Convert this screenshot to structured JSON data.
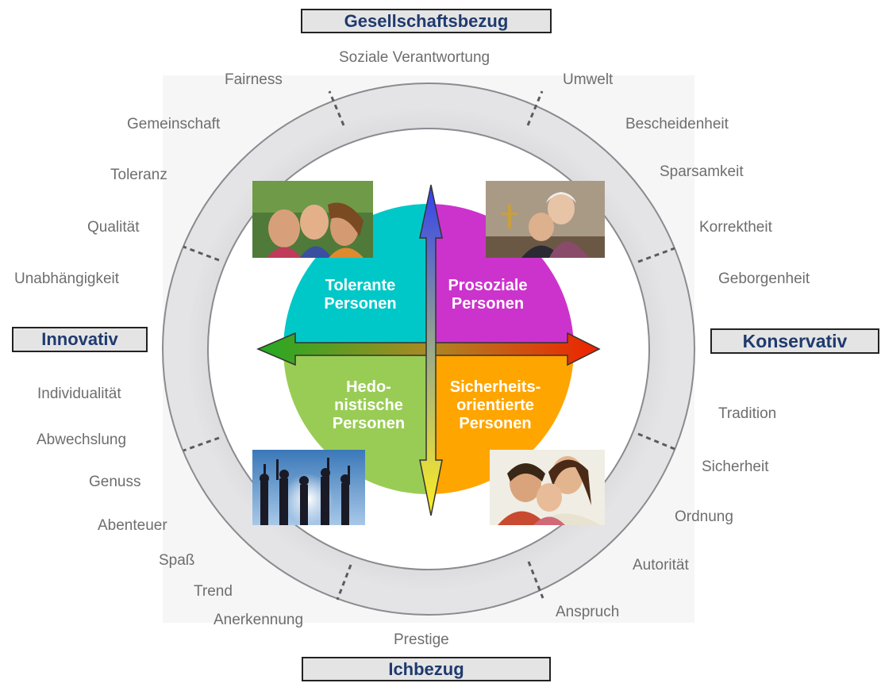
{
  "axes": {
    "top": "Gesellschaftsbezug",
    "bottom": "Ichbezug",
    "left": "Innovativ",
    "right": "Konservativ"
  },
  "quadrants": {
    "top_left": {
      "label": "Tolerante\nPersonen",
      "color": "#00c8c8"
    },
    "top_right": {
      "label": "Prosoziale\nPersonen",
      "color": "#cc33cc"
    },
    "bottom_left": {
      "label": "Hedo-\nnistische\nPersonen",
      "color": "#99cc55"
    },
    "bottom_right": {
      "label": "Sicherheits-\norientierte\nPersonen",
      "color": "#ffa500"
    }
  },
  "values": {
    "top": "Soziale Verantwortung",
    "top_right": [
      "Umwelt",
      "Bescheidenheit",
      "Sparsamkeit",
      "Korrektheit",
      "Geborgenheit"
    ],
    "bottom_right": [
      "Tradition",
      "Sicherheit",
      "Ordnung",
      "Autorität",
      "Anspruch"
    ],
    "bottom": "Prestige",
    "bottom_left": [
      "Anerkennung",
      "Trend",
      "Spaß",
      "Abenteuer",
      "Genuss",
      "Abwechslung",
      "Individualität"
    ],
    "top_left": [
      "Unabhängigkeit",
      "Qualität",
      "Toleranz",
      "Gemeinschaft",
      "Fairness"
    ]
  },
  "photos": {
    "top_left": "friends-selfie-photo",
    "top_right": "elderly-couple-photo",
    "bottom_left": "party-dancing-photo",
    "bottom_right": "family-photo"
  }
}
